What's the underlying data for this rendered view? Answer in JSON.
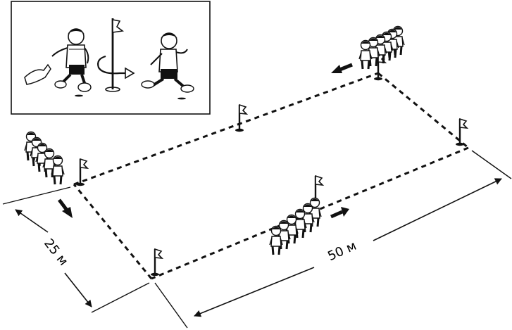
{
  "dimensions": {
    "width_label": "25 м",
    "length_label": "50 м"
  },
  "colors": {
    "ink": "#111111",
    "paper": "#ffffff"
  },
  "icons": {
    "flag": "flag-icon",
    "arrow": "arrow-icon",
    "runner": "runner-figure",
    "child": "child-figure",
    "turn": "turn-arrow-icon"
  }
}
